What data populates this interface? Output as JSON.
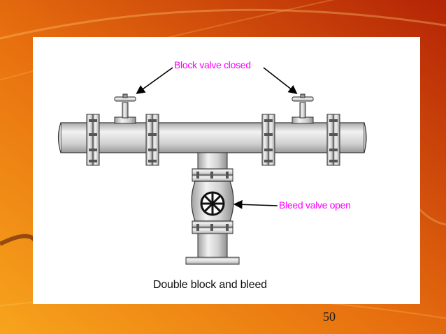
{
  "labels": {
    "block_valve": "Block valve closed",
    "bleed_valve": "Bleed valve open",
    "caption": "Double block and bleed"
  },
  "slide": {
    "number": "50"
  },
  "colors": {
    "background_dark": "#b42406",
    "background_light": "#f7a41c",
    "label_magenta": "#ff00ff",
    "pipe_fill": "#d6d6d6",
    "panel": "#ffffff"
  },
  "icons": {
    "valve_handwheel": "handwheel-icon",
    "arrow": "arrow-icon"
  }
}
